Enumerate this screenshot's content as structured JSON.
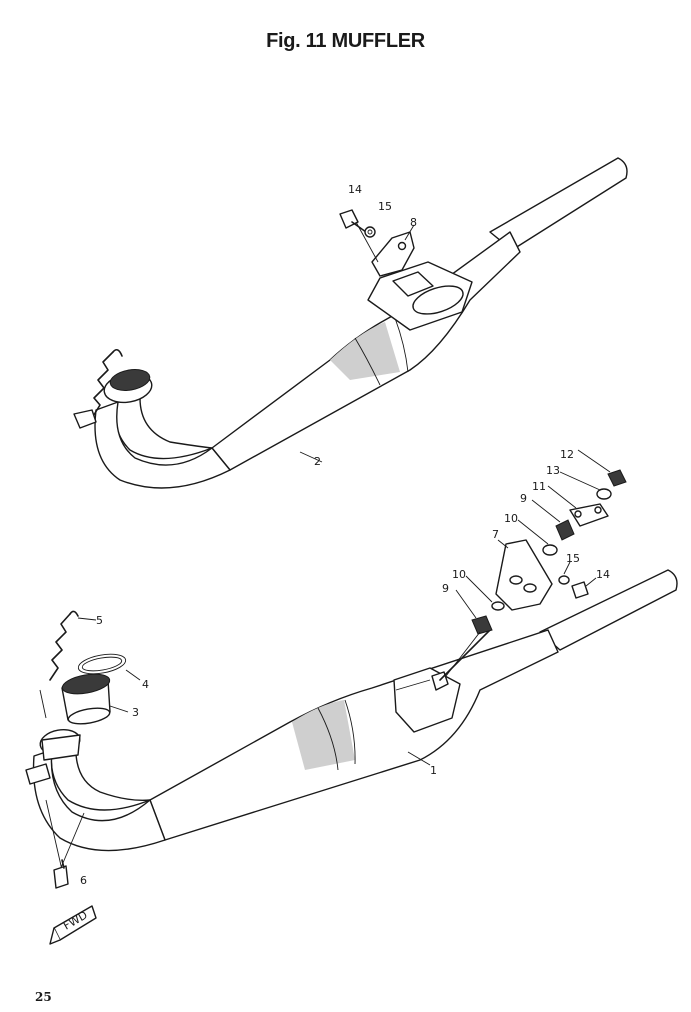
{
  "title": "Fig. 11 MUFFLER",
  "page_number": "25",
  "fwd_label": "FWD",
  "callouts": {
    "c1": "1",
    "c2": "2",
    "c3": "3",
    "c4": "4",
    "c5": "5",
    "c6": "6",
    "c7": "7",
    "c8": "8",
    "c9a": "9",
    "c9b": "9",
    "c10a": "10",
    "c10b": "10",
    "c11": "11",
    "c12": "12",
    "c13": "13",
    "c14a": "14",
    "c14b": "14",
    "c15a": "15",
    "c15b": "15"
  }
}
